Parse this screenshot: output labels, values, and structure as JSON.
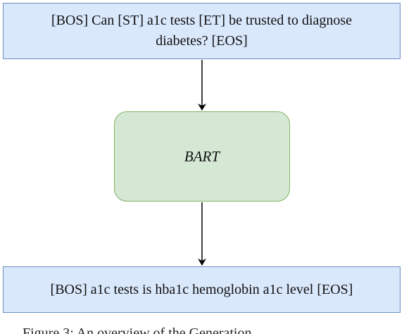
{
  "diagram": {
    "input_text": "[BOS] Can [ST] a1c tests [ET] be trusted to diagnose diabetes? [EOS]",
    "model_label": "BART",
    "output_text": "[BOS] a1c tests is hba1c hemoglobin a1c level [EOS]",
    "caption_partial": "Figure 3: An overview of the Generation"
  },
  "colors": {
    "io_fill": "#dae8fc",
    "io_stroke": "#6c8ebf",
    "model_fill": "#d5e8d4",
    "model_stroke": "#82b366"
  }
}
